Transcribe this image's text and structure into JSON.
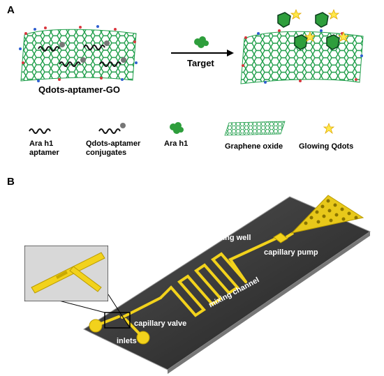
{
  "panel_a": {
    "label": "A",
    "probe_caption": "Qdots-aptamer-GO",
    "arrow_label": "Target"
  },
  "legend": {
    "aptamer": "Ara h1\naptamer",
    "conjugates": "Qdots-aptamer\nconjugates",
    "ara_h1": "Ara h1",
    "graphene_oxide": "Graphene oxide",
    "glowing_qdots": "Glowing Qdots"
  },
  "panel_b": {
    "label": "B",
    "sensing_well": "sensing well",
    "capillary_pump": "capillary pump",
    "mixing_channel": "mixing channel",
    "capillary_valve": "capillary valve",
    "inlets": "inlets"
  },
  "colors": {
    "graphene": "#1f9e4a",
    "protein": "#2e9e3c",
    "chip_channel": "#f2d21c",
    "chip_body": "#3a3a3a",
    "star": "#ffe94a"
  }
}
